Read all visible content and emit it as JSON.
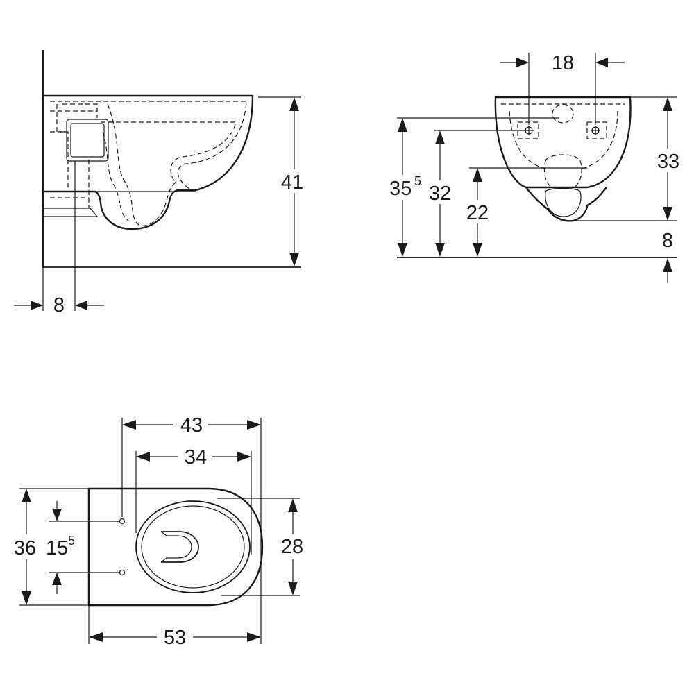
{
  "side_view": {
    "height_label": "41",
    "wall_offset_label": "8"
  },
  "front_view": {
    "bolt_spacing_label": "18",
    "total_height_label": "33",
    "bottom_gap_label": "8",
    "pipe_height_main": "35",
    "pipe_height_sup": "5",
    "bolt_height_label": "32",
    "outlet_height_label": "22"
  },
  "top_view": {
    "width_label": "43",
    "bowl_width_label": "34",
    "depth_label": "36",
    "bolt_distance_main": "15",
    "bolt_distance_sup": "5",
    "bowl_depth_label": "28",
    "length_label": "53"
  }
}
